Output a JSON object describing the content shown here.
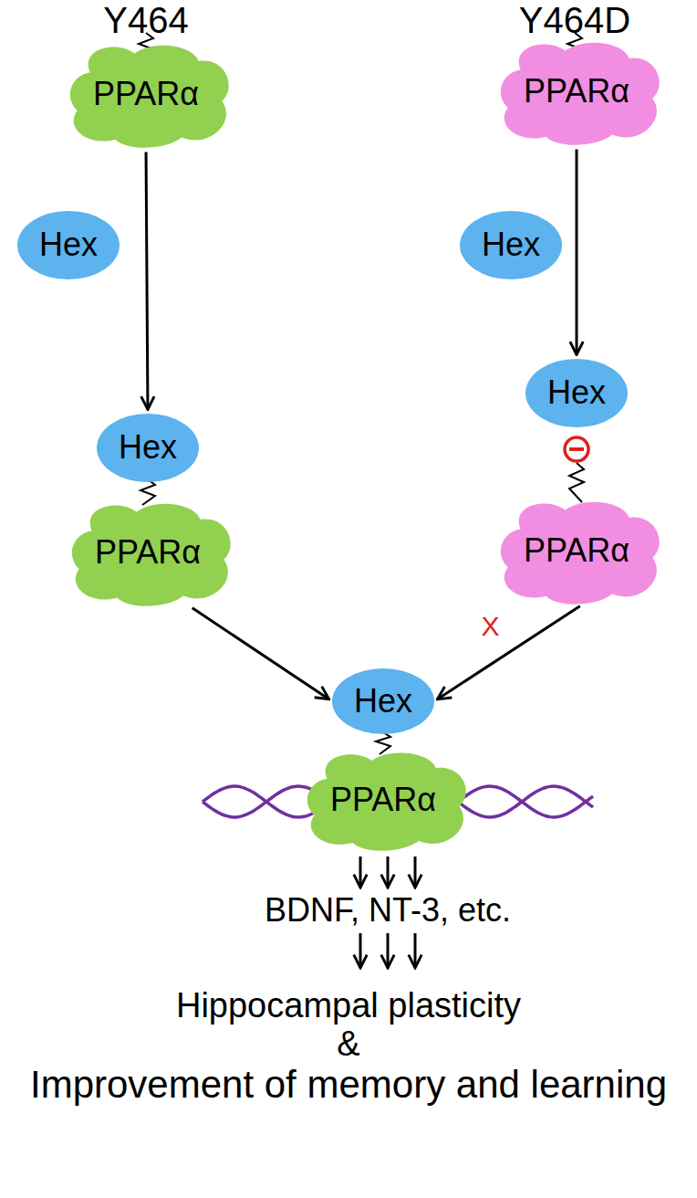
{
  "diagram": {
    "nodes": [
      {
        "text": [
          "PPARα"
        ]
      },
      {
        "text": [
          "PPARα"
        ]
      },
      {
        "text": [
          "Hex"
        ]
      },
      {
        "text": [
          "Hex"
        ]
      },
      {
        "text": [
          "Hex"
        ]
      },
      {
        "text": [
          "Hex"
        ]
      },
      {
        "text": [
          "PPARα"
        ]
      },
      {
        "text": [
          "PPARα"
        ]
      },
      {
        "text": [
          "Hex"
        ]
      },
      {
        "text": [
          "PPARα"
        ]
      }
    ],
    "edges": [
      {
        "from": 0,
        "to": 5,
        "arrow": "to"
      },
      {
        "from": 1,
        "to": 4,
        "arrow": "to"
      },
      {
        "from": 6,
        "to": 8,
        "arrow": "to"
      },
      {
        "from": 7,
        "to": 8,
        "label": "X",
        "arrow": "to"
      }
    ],
    "labels": [
      "Y464",
      "Y464D",
      "BDNF, NT-3, etc.",
      "Hippocampal plasticity",
      "&",
      "Improvement of memory and learning"
    ]
  }
}
